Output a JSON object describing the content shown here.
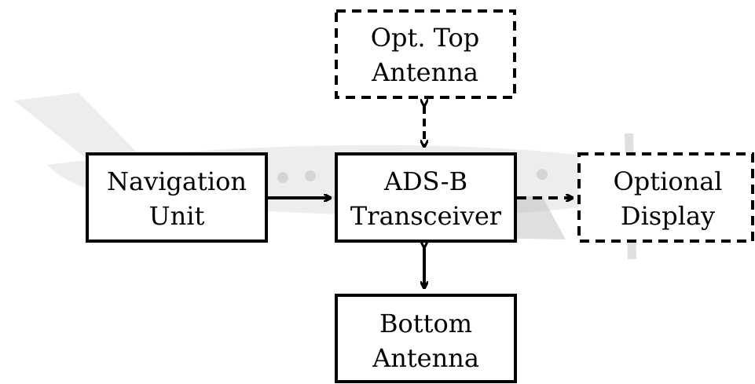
{
  "diagram": {
    "nodes": {
      "top_antenna": {
        "line1": "Opt. Top",
        "line2": "Antenna",
        "style": "dashed"
      },
      "navigation_unit": {
        "line1": "Navigation",
        "line2": "Unit",
        "style": "solid"
      },
      "transceiver": {
        "line1": "ADS-B",
        "line2": "Transceiver",
        "style": "solid"
      },
      "optional_display": {
        "line1": "Optional",
        "line2": "Display",
        "style": "dashed"
      },
      "bottom_antenna": {
        "line1": "Bottom",
        "line2": "Antenna",
        "style": "solid"
      }
    },
    "edges": [
      {
        "from": "navigation_unit",
        "to": "transceiver",
        "direction": "one-way",
        "style": "solid"
      },
      {
        "from": "transceiver",
        "to": "optional_display",
        "direction": "one-way",
        "style": "dashed"
      },
      {
        "from": "transceiver",
        "to": "top_antenna",
        "direction": "two-way",
        "style": "dashed"
      },
      {
        "from": "transceiver",
        "to": "bottom_antenna",
        "direction": "two-way",
        "style": "solid"
      }
    ],
    "colors": {
      "stroke": "#000000",
      "background": "#ffffff",
      "watermark": "#d8d8d8"
    }
  }
}
